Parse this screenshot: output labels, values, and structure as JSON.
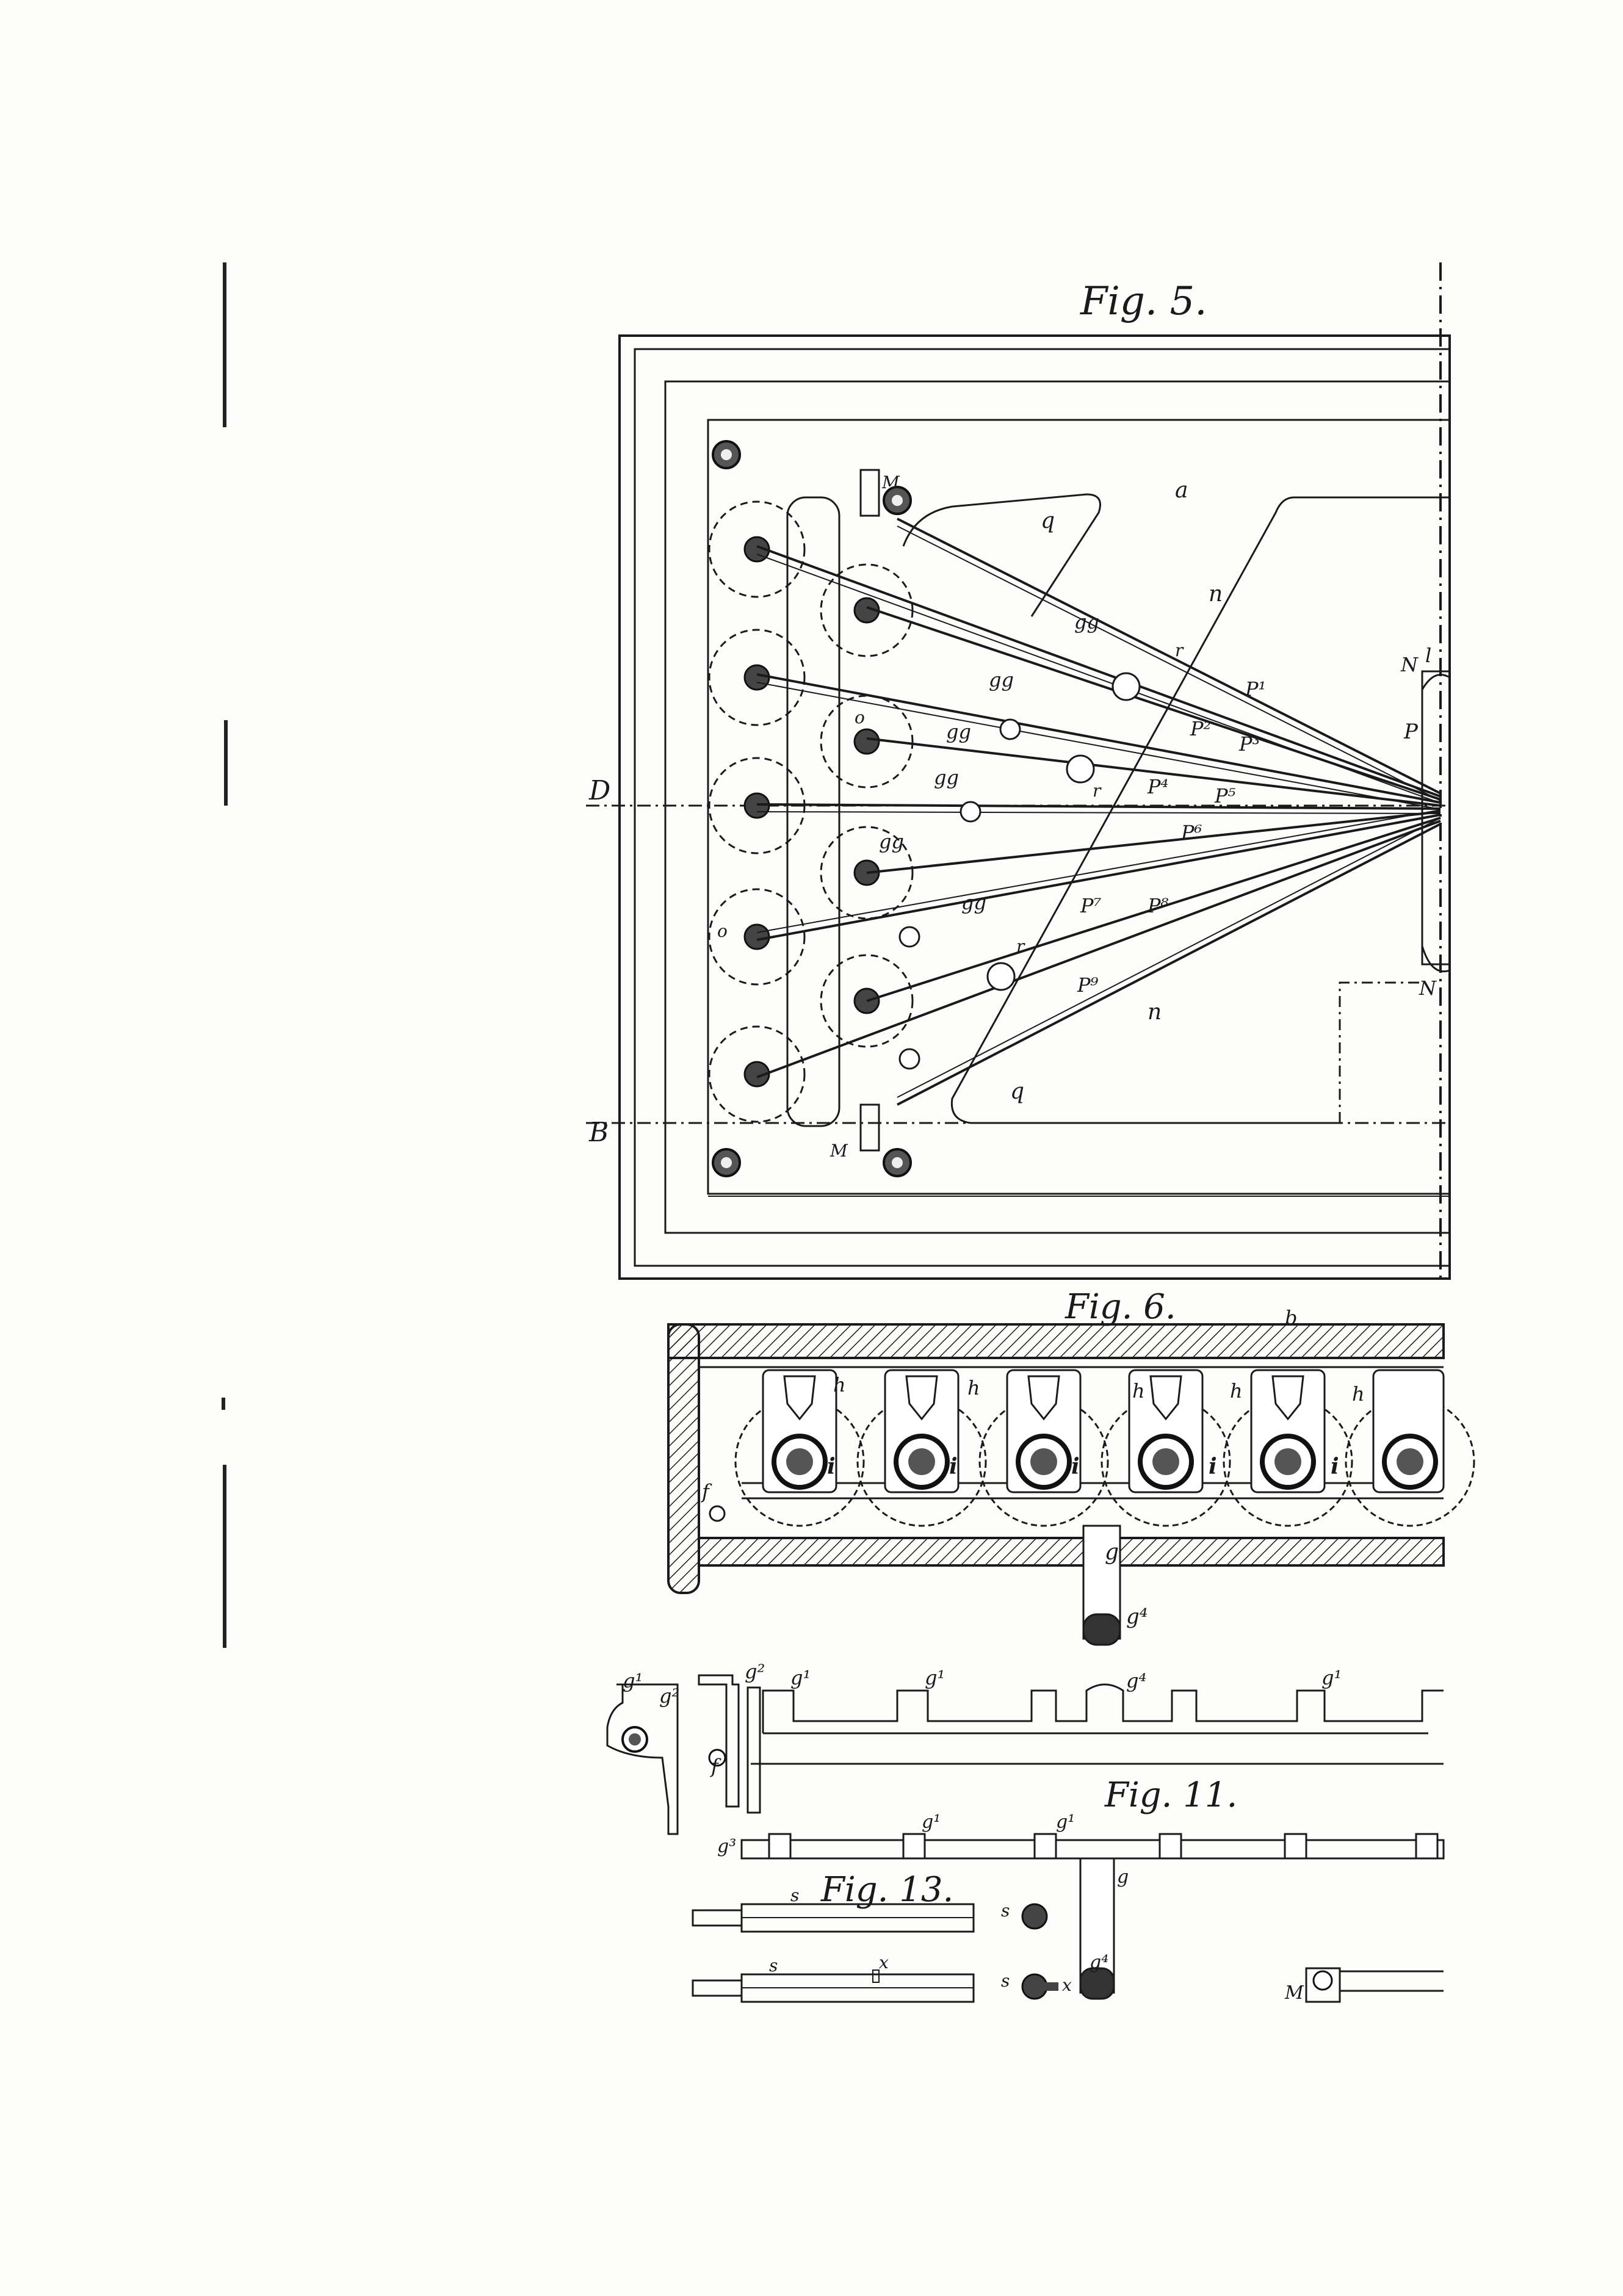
{
  "figures": {
    "fig5": "Fig. 5.",
    "fig6": "Fig. 6.",
    "fig11": "Fig. 11.",
    "fig13": "Fig. 13."
  },
  "labels": {
    "a": "a",
    "b": "b",
    "D": "D",
    "B": "B",
    "M": "M",
    "N": "N",
    "P": "P",
    "l": "l",
    "n": "n",
    "q": "q",
    "o": "o",
    "r": "r",
    "gg": "gg",
    "p1": "P¹",
    "p2": "P²",
    "p3": "P³",
    "p4": "P⁴",
    "p5": "P⁵",
    "p6": "P⁶",
    "p7": "P⁷",
    "p8": "P⁸",
    "p9": "P⁹",
    "h": "h",
    "i": "i",
    "f": "f",
    "g": "g",
    "g1": "g¹",
    "g2": "g²",
    "g3": "g³",
    "g4": "g⁴",
    "s": "s",
    "x": "x"
  }
}
